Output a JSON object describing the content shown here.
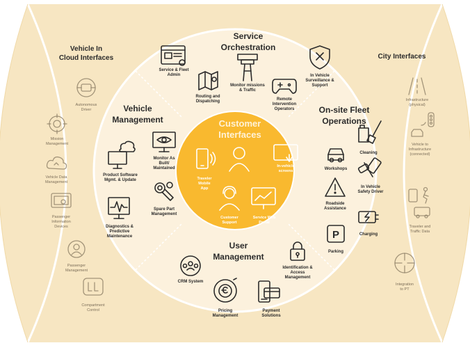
{
  "colors": {
    "lens_bg": "#f7e6c2",
    "ring": "#fcf1dd",
    "center": "#f9b92f",
    "divider": "#ffffff",
    "text": "#2b2b2b"
  },
  "sections": {
    "vehicle_in_cloud": [
      "Vehicle In",
      "Cloud Interfaces"
    ],
    "city": [
      "City Interfaces"
    ],
    "service_orchestration": [
      "Service",
      "Orchestration"
    ],
    "vehicle_management": [
      "Vehicle",
      "Management"
    ],
    "onsite_fleet": [
      "On-site Fleet",
      "Operations"
    ],
    "user_management": [
      "User",
      "Management"
    ],
    "customer_interfaces": [
      "Customer",
      "Interfaces"
    ]
  },
  "left_items": [
    {
      "icon": "autonomous-driver-icon",
      "lines": [
        "Autonomous",
        "Driver"
      ]
    },
    {
      "icon": "mission-management-icon",
      "lines": [
        "Mission",
        "Management"
      ]
    },
    {
      "icon": "vehicle-data-management-icon",
      "lines": [
        "Vehicle Data",
        "Management"
      ]
    },
    {
      "icon": "passenger-information-devices-icon",
      "lines": [
        "Passenger",
        "Information",
        "Devices"
      ]
    },
    {
      "icon": "passenger-management-icon",
      "lines": [
        "Passenger",
        "Management"
      ]
    },
    {
      "icon": "compartment-control-icon",
      "lines": [
        "Compartment",
        "Control"
      ]
    }
  ],
  "right_items": [
    {
      "icon": "infrastructure-physical-icon",
      "lines": [
        "Infrastructure",
        "(physical)"
      ]
    },
    {
      "icon": "vehicle-to-infrastructure-icon",
      "lines": [
        "Vehicle to",
        "Infrastructure",
        "(connected)"
      ]
    },
    {
      "icon": "traveler-traffic-data-icon",
      "lines": [
        "Traveler and",
        "Traffic Data"
      ]
    },
    {
      "icon": "integration-pt-icon",
      "lines": [
        "Integration",
        "to PT"
      ]
    }
  ],
  "service_items": [
    {
      "icon": "service-fleet-admin-icon",
      "lines": [
        "Service & Fleet",
        "Admin"
      ]
    },
    {
      "icon": "routing-dispatching-icon",
      "lines": [
        "Routing and",
        "Dispatching"
      ]
    },
    {
      "icon": "monitor-missions-icon",
      "lines": [
        "Monitor missions",
        "& Traffic"
      ]
    },
    {
      "icon": "remote-intervention-icon",
      "lines": [
        "Remote",
        "Intervention",
        "Operators"
      ]
    },
    {
      "icon": "in-vehicle-surveillance-icon",
      "lines": [
        "In Vehicle",
        "Surveillance &",
        "Support"
      ]
    }
  ],
  "vehicle_items": [
    {
      "icon": "product-software-icon",
      "lines": [
        "Product Software",
        "Mgmt. & Update"
      ]
    },
    {
      "icon": "monitor-as-built-icon",
      "lines": [
        "Monitor As",
        "Built/",
        "Maintained"
      ]
    },
    {
      "icon": "spare-part-icon",
      "lines": [
        "Spare Part",
        "Management"
      ]
    },
    {
      "icon": "diagnostics-icon",
      "lines": [
        "Diagnostics &",
        "Predictive",
        "Maintenance"
      ]
    }
  ],
  "fleet_items": [
    {
      "icon": "cleaning-icon",
      "lines": [
        "Cleaning"
      ]
    },
    {
      "icon": "workshops-icon",
      "lines": [
        "Workshops"
      ]
    },
    {
      "icon": "safety-driver-icon",
      "lines": [
        "In Vehicle",
        "Safety Driver"
      ]
    },
    {
      "icon": "roadside-assistance-icon",
      "lines": [
        "Roadside",
        "Assistance"
      ]
    },
    {
      "icon": "charging-icon",
      "lines": [
        "Charging"
      ]
    },
    {
      "icon": "parking-icon",
      "lines": [
        "Parking"
      ]
    }
  ],
  "user_items": [
    {
      "icon": "crm-system-icon",
      "lines": [
        "CRM System"
      ]
    },
    {
      "icon": "identification-access-icon",
      "lines": [
        "Identification &",
        "Access",
        "Management"
      ]
    },
    {
      "icon": "pricing-management-icon",
      "lines": [
        "Pricing",
        "Management"
      ]
    },
    {
      "icon": "payment-solutions-icon",
      "lines": [
        "Payment",
        "Solutions"
      ]
    }
  ],
  "customer_items": [
    {
      "icon": "traveler-mobile-app-icon",
      "lines": [
        "Traveler",
        "Mobile",
        "App"
      ]
    },
    {
      "icon": "in-vehicle-screens-icon",
      "lines": [
        "In-vehicle",
        "screens"
      ]
    },
    {
      "icon": "customer-support-icon",
      "lines": [
        "Customer",
        "Support"
      ]
    },
    {
      "icon": "service-web-portal-icon",
      "lines": [
        "Service Web",
        "Portal"
      ]
    }
  ],
  "parking_glyph": "P"
}
